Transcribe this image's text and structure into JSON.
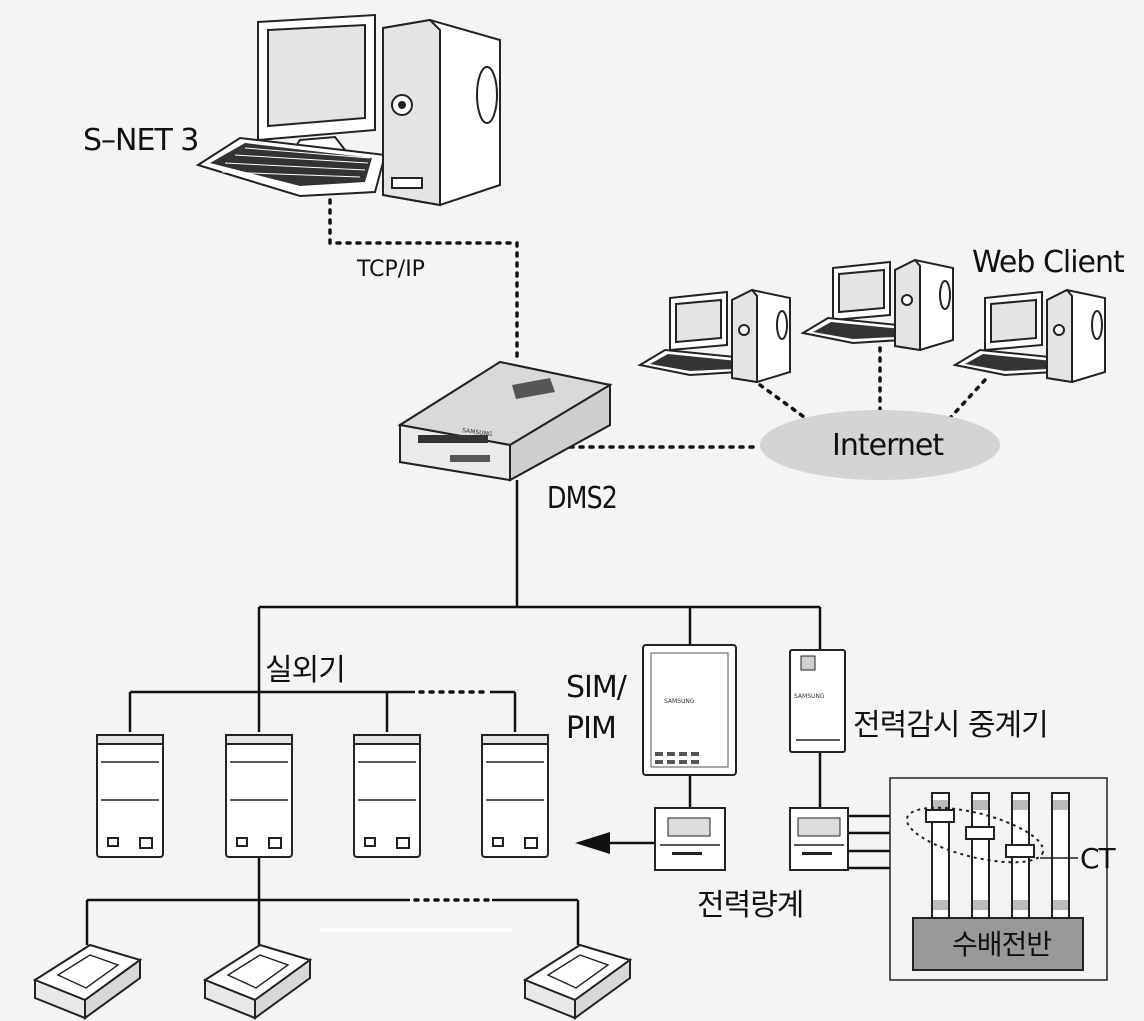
{
  "labels": {
    "snet": "S–NET 3",
    "tcpip": "TCP/IP",
    "web_client": "Web Client",
    "internet": "Internet",
    "dms": "DMS2",
    "outdoor": "실외기",
    "sim_pim_1": "SIM/",
    "sim_pim_2": "PIM",
    "power_relay": "전력감시 중계기",
    "power_meter": "전력량계",
    "ct": "CT",
    "distribution_panel": "수배전반"
  },
  "device_text": {
    "brand": "SAMSUNG"
  },
  "colors": {
    "background": "#f4f4f4",
    "internet_cloud": "#d4d4d4",
    "line": "#111111"
  }
}
